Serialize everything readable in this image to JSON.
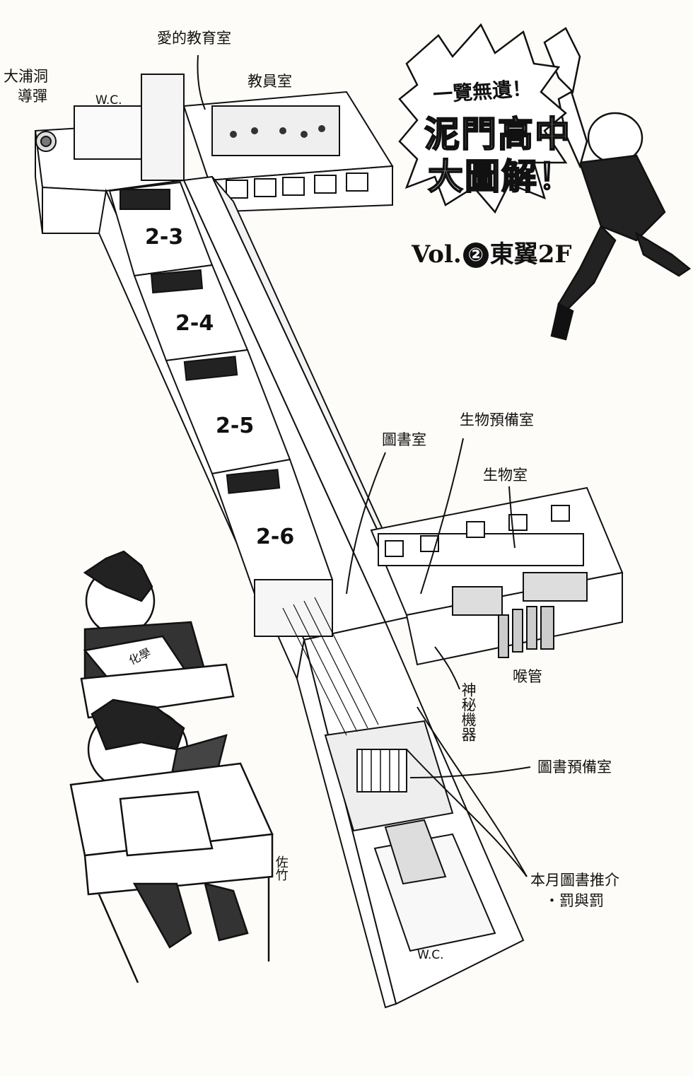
{
  "title": {
    "subtitle": "一覽無遺！",
    "line1": "泥門高中",
    "line2": "大圖解！",
    "vol_prefix": "Vol.",
    "vol_number": "②",
    "vol_suffix": "東翼2F"
  },
  "labels": {
    "daho_dou": "大浦洞",
    "daho_dou2": "導彈",
    "ai_room": "愛的教育室",
    "teachers_room": "教員室",
    "wc_top": "W.C.",
    "library": "圖書室",
    "bio_prep": "生物預備室",
    "bio_room": "生物室",
    "throat": "喉管",
    "mystery": "神秘機器",
    "lib_prep": "圖書預備室",
    "recommend1": "本月圖書推介",
    "recommend2": "・罰與罰",
    "wc_bottom": "W.C.",
    "sata": "佐竹",
    "book_cover": "化學"
  },
  "rooms": [
    "2-3",
    "2-4",
    "2-5",
    "2-6"
  ]
}
